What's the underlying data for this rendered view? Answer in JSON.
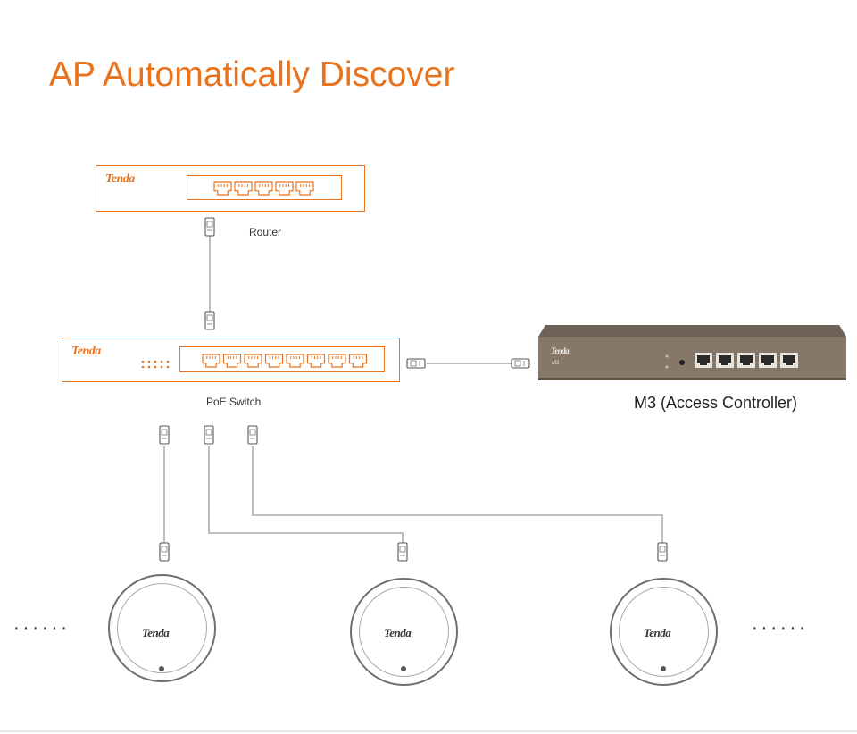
{
  "colors": {
    "accent": "#e8731f",
    "cable": "#9a9a9a",
    "ap_ring": "#6f6f6f",
    "ac_body": "#7c6f63",
    "ac_front": "#8a7d70"
  },
  "title": "AP Automatically Discover",
  "router": {
    "brand": "Tenda",
    "label": "Router"
  },
  "poe_switch": {
    "brand": "Tenda",
    "label": "PoE Switch"
  },
  "access_controller": {
    "brand": "Tenda",
    "model": "M3",
    "label": "M3 (Access Controller)"
  },
  "access_points": [
    {
      "brand": "Tenda"
    },
    {
      "brand": "Tenda"
    },
    {
      "brand": "Tenda"
    }
  ],
  "ellipsis_left": "······",
  "ellipsis_right": "······"
}
